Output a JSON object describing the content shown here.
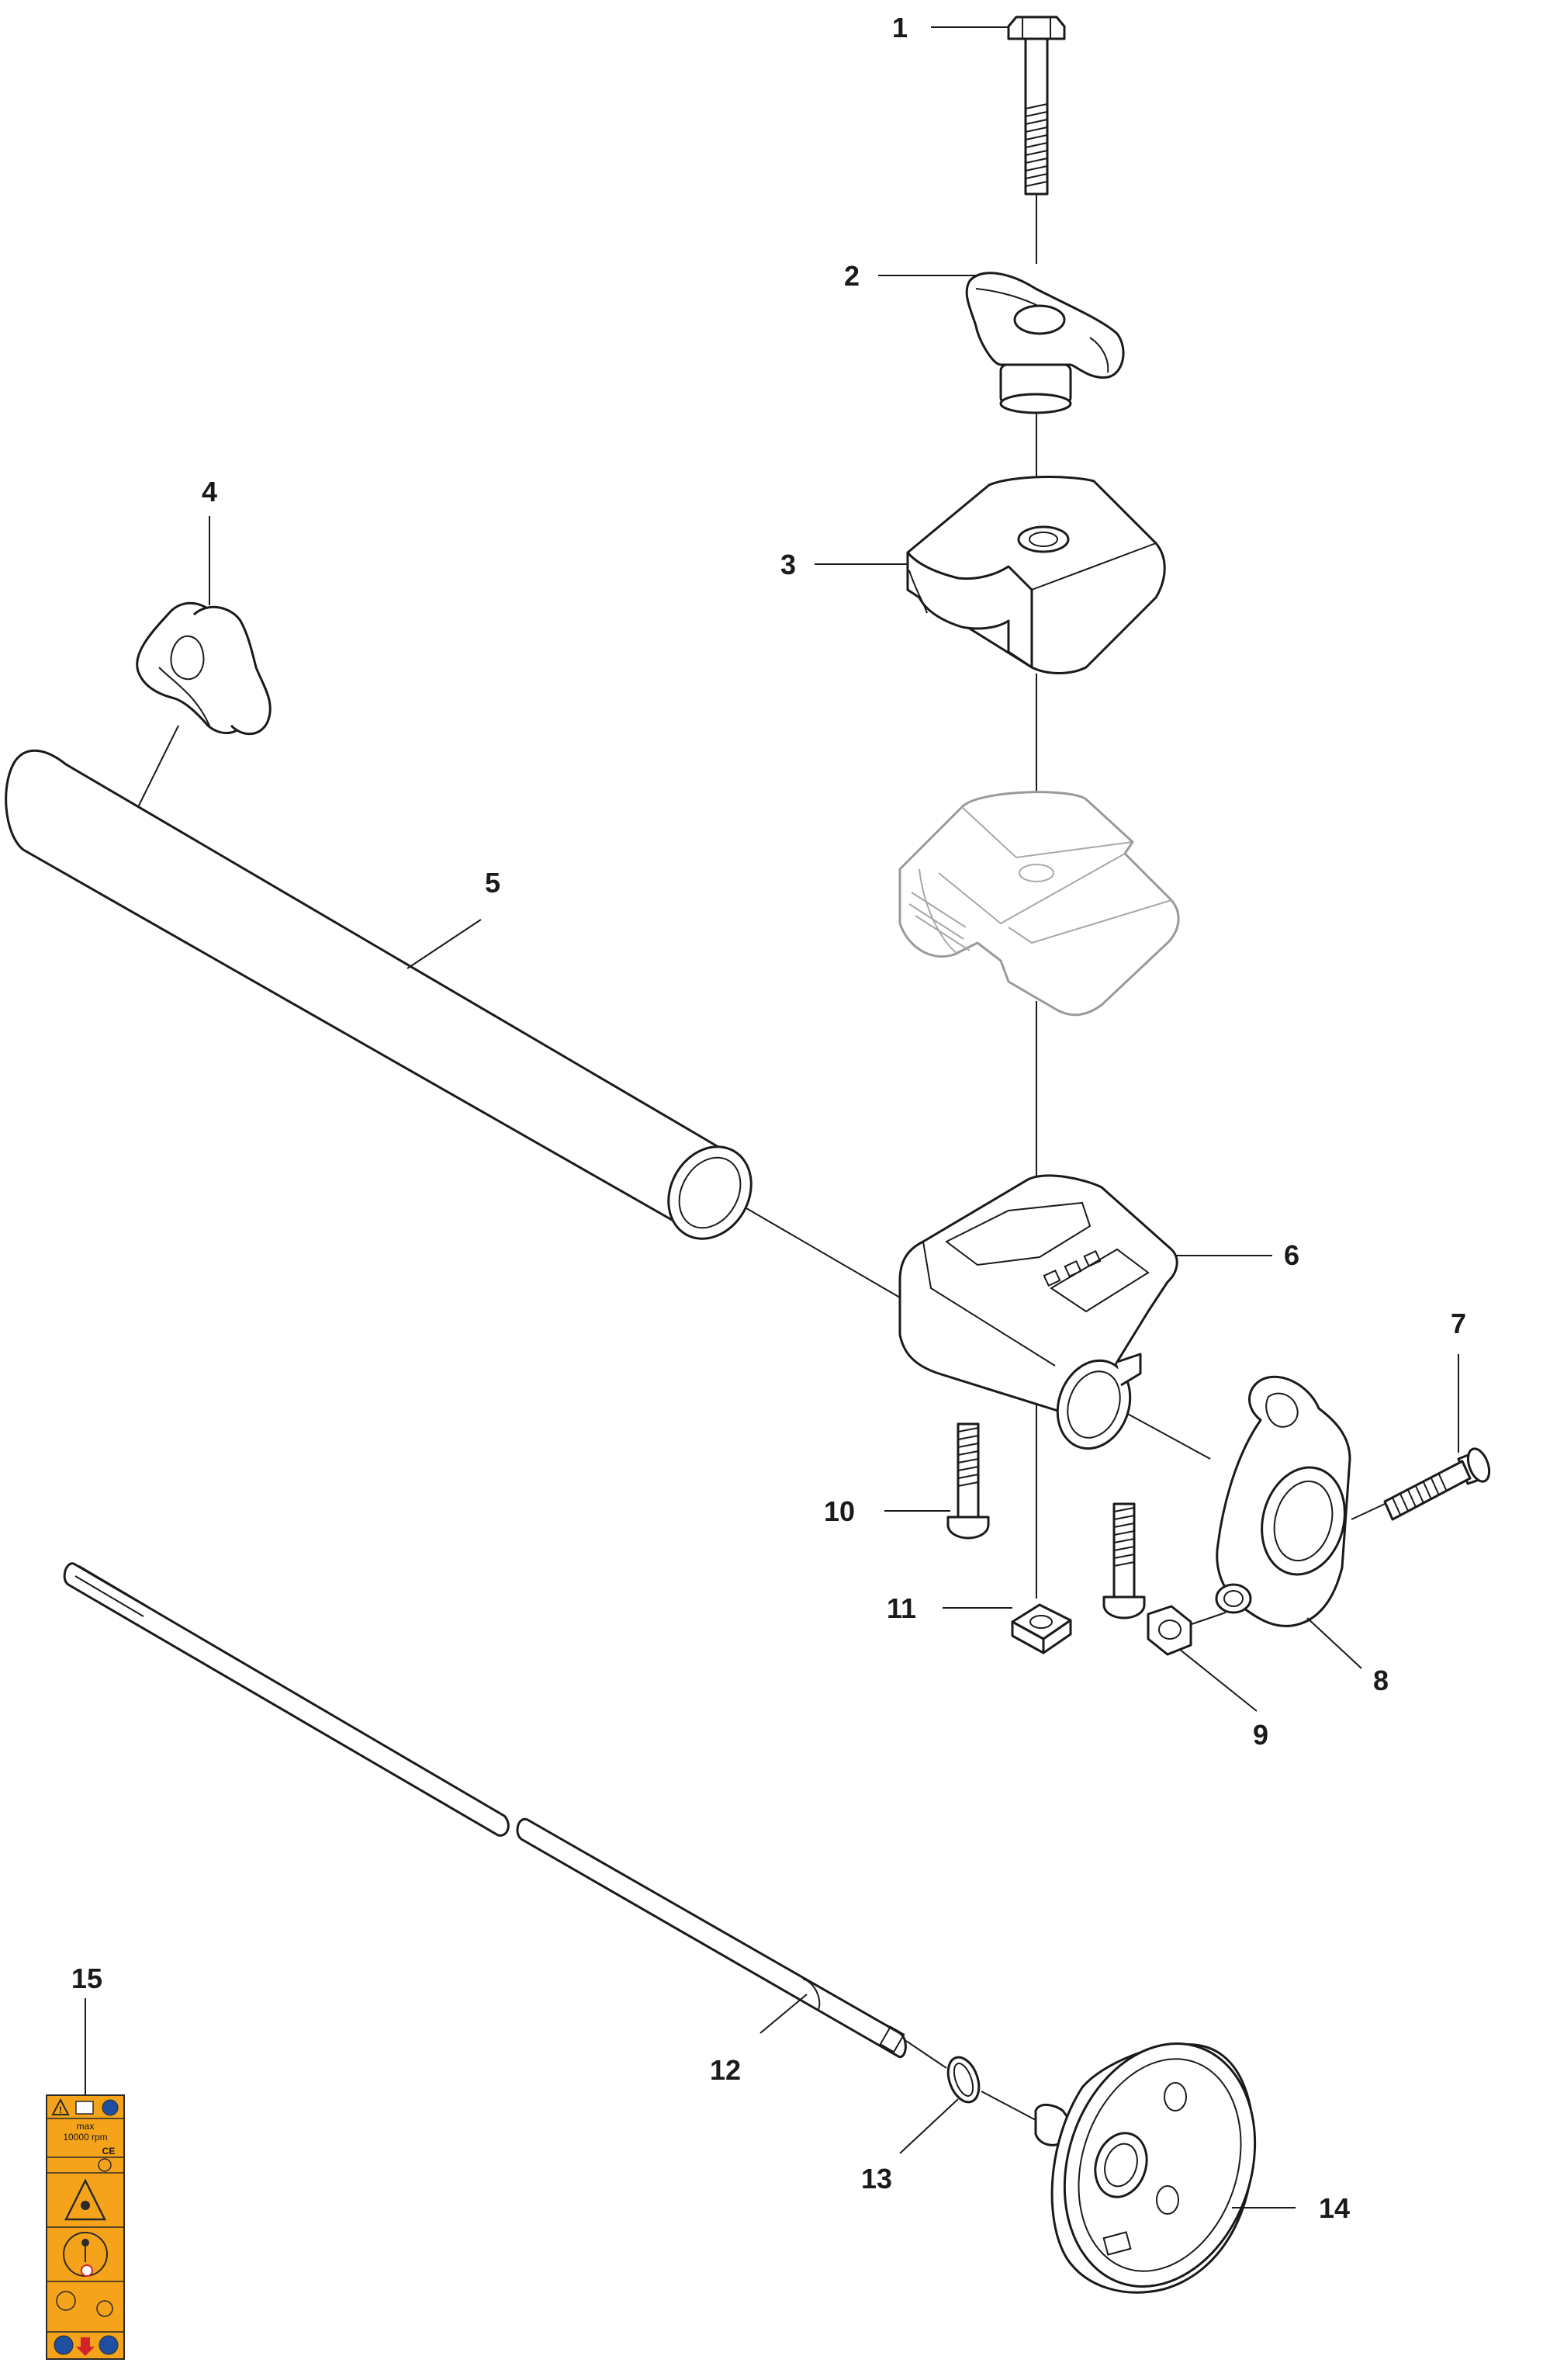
{
  "diagram": {
    "callouts": [
      {
        "id": "1",
        "text": "1"
      },
      {
        "id": "2",
        "text": "2"
      },
      {
        "id": "3",
        "text": "3"
      },
      {
        "id": "4",
        "text": "4"
      },
      {
        "id": "5",
        "text": "5"
      },
      {
        "id": "6",
        "text": "6"
      },
      {
        "id": "7",
        "text": "7"
      },
      {
        "id": "8",
        "text": "8"
      },
      {
        "id": "9",
        "text": "9"
      },
      {
        "id": "10",
        "text": "10"
      },
      {
        "id": "11",
        "text": "11"
      },
      {
        "id": "12",
        "text": "12"
      },
      {
        "id": "13",
        "text": "13"
      },
      {
        "id": "14",
        "text": "14"
      },
      {
        "id": "15",
        "text": "15"
      }
    ],
    "warning_label": {
      "max_text": "max",
      "rpm_text": "10000 rpm",
      "ce_mark": "CE",
      "panel_color": "#f5a31a",
      "border_color": "#2a2a2a",
      "blue_color": "#1f4fa0",
      "red_color": "#d2232a"
    }
  }
}
